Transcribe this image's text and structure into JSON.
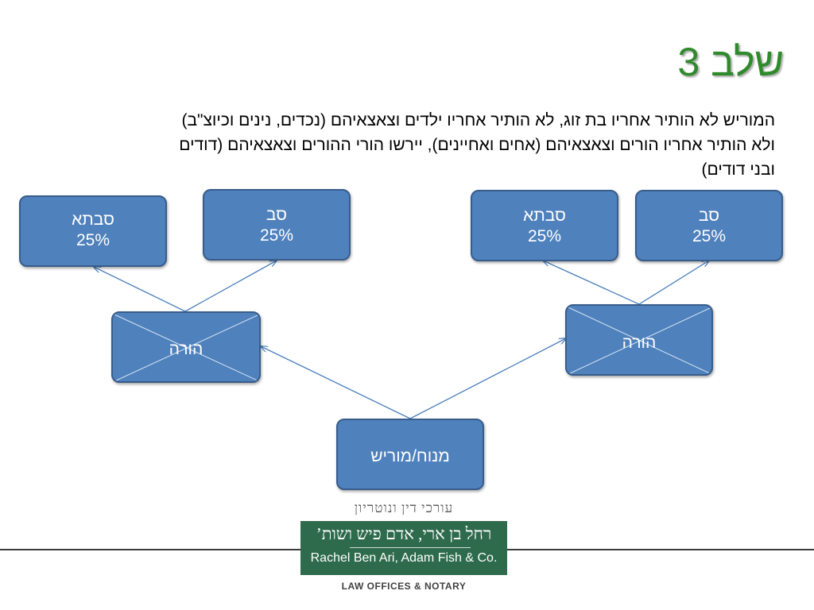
{
  "title": "שלב 3",
  "body": {
    "line1": "המוריש לא הותיר אחריו בת זוג, לא הותיר אחריו ילדים וצאצאיהם (נכדים, נינים וכיוצ\"ב)",
    "line2": "ולא הותיר אחריו הורים וצאצאיהם (אחים ואחיינים), יירשו  הורי ההורים וצאצאיהם (דודים",
    "line3": "ובני דודים)"
  },
  "diagram": {
    "deceased": "מנוח/מוריש",
    "left_parent": "הורה",
    "right_parent": "הורה",
    "left_grandmother": {
      "label": "סבתא",
      "share": "25%"
    },
    "left_grandfather": {
      "label": "סב",
      "share": "25%"
    },
    "right_grandmother": {
      "label": "סבתא",
      "share": "25%"
    },
    "right_grandfather": {
      "label": "סב",
      "share": "25%"
    }
  },
  "logo": {
    "top_text": "עורכי דין ונוטריון",
    "hebrew_name": "רחל בן ארי, אדם פיש ושות’",
    "english_name": "Rachel Ben Ari, Adam Fish & Co.",
    "bottom_text": "LAW OFFICES & NOTARY"
  },
  "colors": {
    "box_fill": "#4f81bd",
    "box_border": "#385d8a",
    "title_green": "#2f8a2c",
    "logo_green": "#2e6b4c"
  }
}
